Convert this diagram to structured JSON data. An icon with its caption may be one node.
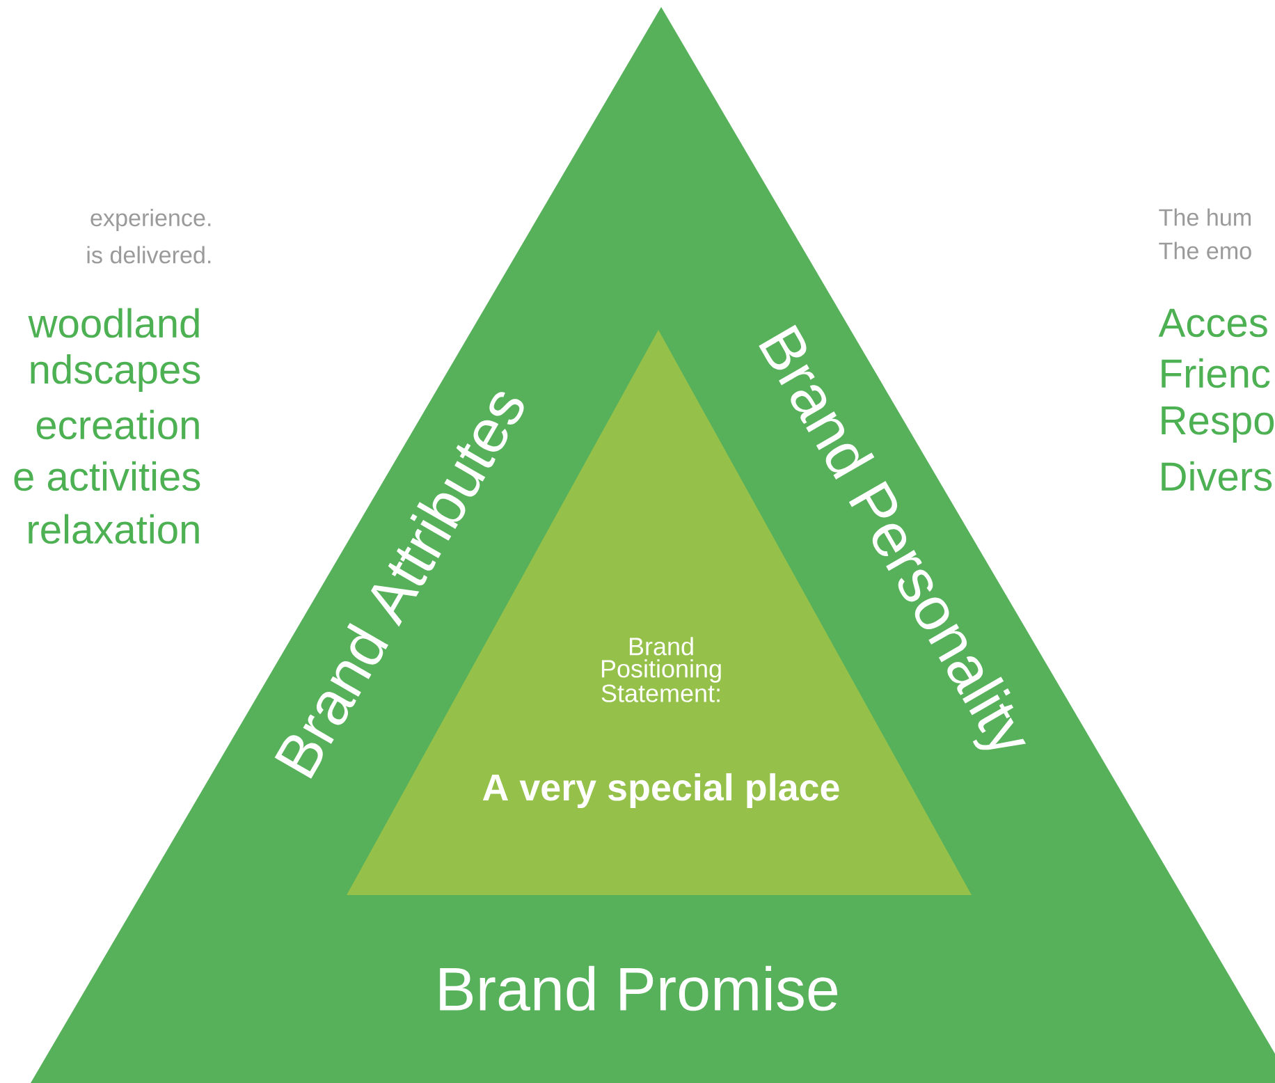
{
  "diagram": {
    "nodes": [
      {
        "text": [
          "Brand Attributes",
          "Brand Personality",
          "Brand Promise"
        ]
      },
      {
        "text": [
          "Brand Positioning Statement:",
          "A very special place"
        ],
        "in": 0
      }
    ],
    "labels": [
      "experience.",
      "is delivered.",
      "woodland",
      "ndscapes",
      "ecreation",
      "e activities",
      "relaxation",
      "The hum",
      "The emo",
      "Acces",
      "Frienc",
      "Respo",
      "Divers"
    ]
  }
}
